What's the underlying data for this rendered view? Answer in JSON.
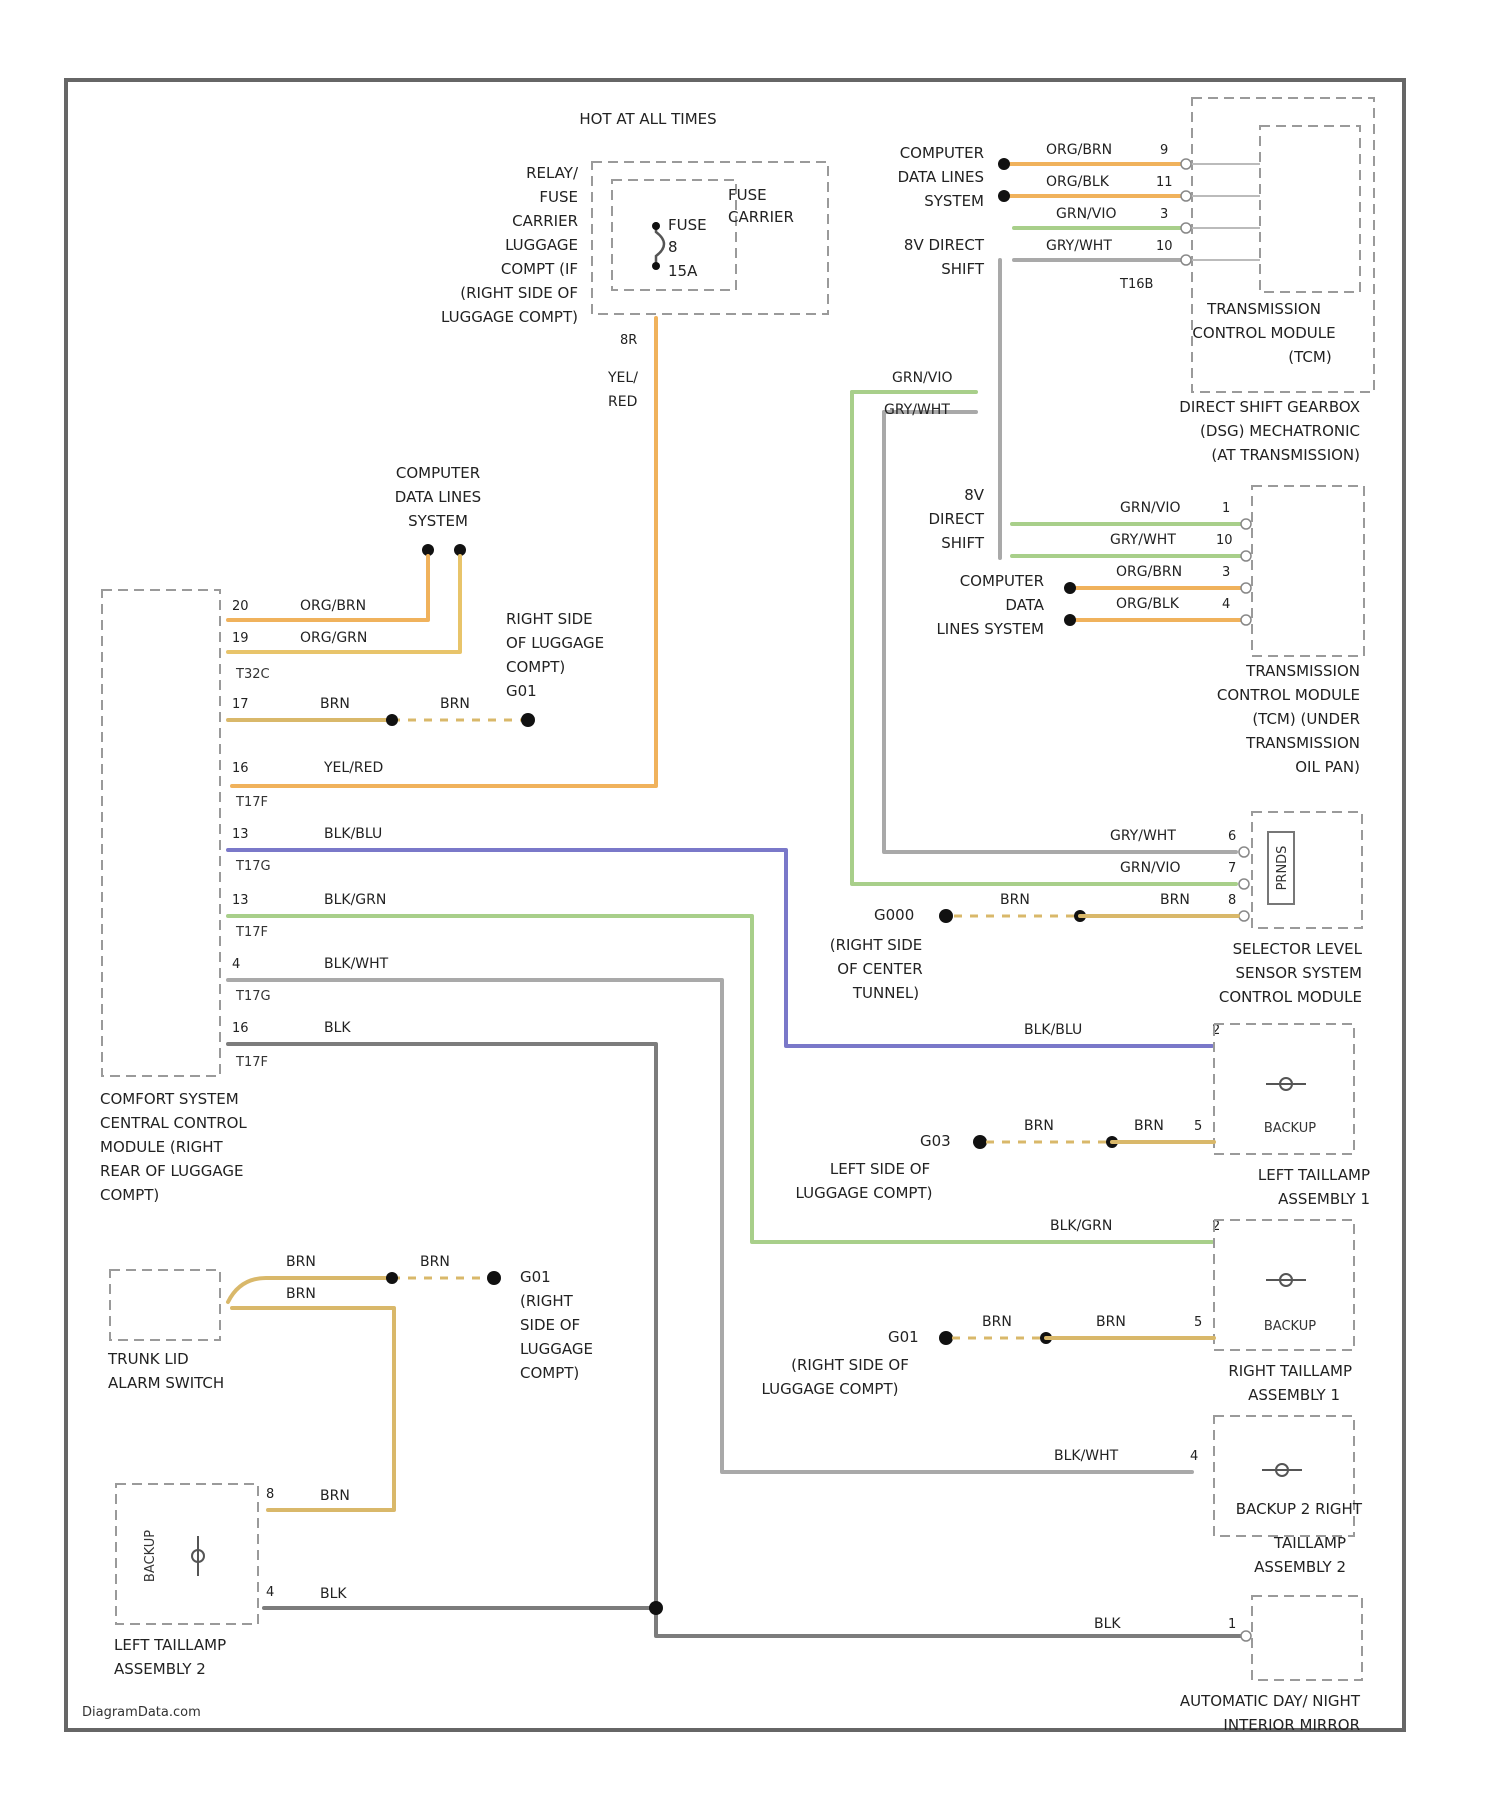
{
  "colors": {
    "orange": "#f0b25c",
    "yellow": "#e8c46a",
    "green": "#a8cf8a",
    "blue": "#7a78c9",
    "gray": "#a9a9a9",
    "black": "#7c7c7c",
    "brown_tan": "#d9b86a"
  },
  "fuse": {
    "hot": "HOT AT ALL TIMES",
    "relay_desc": [
      "RELAY/",
      "FUSE",
      "CARRIER",
      "LUGGAGE",
      "COMPT (IF",
      "(RIGHT SIDE OF",
      "LUGGAGE COMPT)"
    ],
    "carrier": [
      "FUSE",
      "CARRIER"
    ],
    "fuse_name": [
      "FUSE",
      "8",
      "15A"
    ],
    "pin": "8R",
    "wire1": "YEL/",
    "wire2": "RED"
  },
  "tcm_top": {
    "left_labels": [
      "COMPUTER",
      "DATA LINES",
      "SYSTEM"
    ],
    "direct_shift": [
      "8V DIRECT",
      "SHIFT"
    ],
    "wires": [
      "ORG/BRN",
      "ORG/BLK",
      "GRN/VIO",
      "GRY/WHT"
    ],
    "pins": [
      "9",
      "11",
      "3",
      "10"
    ],
    "connector": "T16B",
    "module": [
      "TRANSMISSION",
      "CONTROL MODULE",
      "(TCM)"
    ],
    "caption": [
      "DIRECT SHIFT GEARBOX",
      "(DSG) MECHATRONIC",
      "(AT TRANSMISSION)"
    ],
    "wire_grnvio": "GRN/VIO",
    "wire_grywht": "GRY/WHT"
  },
  "tcm_mid": {
    "direct": [
      "8V",
      "DIRECT",
      "SHIFT"
    ],
    "computer": [
      "COMPUTER",
      "DATA",
      "LINES SYSTEM"
    ],
    "wires": [
      "GRN/VIO",
      "GRY/WHT",
      "ORG/BRN",
      "ORG/BLK"
    ],
    "pins": [
      "1",
      "10",
      "3",
      "4"
    ],
    "module": [
      "TRANSMISSION",
      "CONTROL MODULE",
      "(TCM) (UNDER",
      "TRANSMISSION",
      "OIL PAN)"
    ]
  },
  "comfort": {
    "cdl": [
      "COMPUTER",
      "DATA LINES",
      "SYSTEM"
    ],
    "rows": [
      {
        "pin": "20",
        "wire": "ORG/BRN"
      },
      {
        "pin": "19",
        "wire": "ORG/GRN"
      },
      {
        "pin": "17",
        "wire": "BRN"
      },
      {
        "pin": "16",
        "wire": "YEL/RED"
      },
      {
        "pin": "13",
        "wire": "BLK/BLU"
      },
      {
        "pin": "13",
        "wire": "BLK/GRN"
      },
      {
        "pin": "4",
        "wire": "BLK/WHT"
      },
      {
        "pin": "16",
        "wire": "BLK"
      }
    ],
    "connectors": [
      "T32C",
      "T17F",
      "T17G",
      "T17F",
      "T17G",
      "T17F"
    ],
    "ground_brn": "BRN",
    "ground_label": [
      "RIGHT SIDE",
      "OF LUGGAGE",
      "COMPT)",
      "G01"
    ],
    "module": [
      "COMFORT SYSTEM",
      "CENTRAL CONTROL",
      "MODULE (RIGHT",
      "REAR OF LUGGAGE",
      "COMPT)"
    ]
  },
  "selector": {
    "wires": [
      "GRY/WHT",
      "GRN/VIO",
      "BRN"
    ],
    "pins": [
      "6",
      "7",
      "8"
    ],
    "ground": "G000",
    "ground_brn": "BRN",
    "ground_label": [
      "(RIGHT SIDE",
      "OF CENTER",
      "TUNNEL)"
    ],
    "module_text": "PRNDS",
    "caption": [
      "SELECTOR LEVEL",
      "SENSOR SYSTEM",
      "CONTROL MODULE"
    ]
  },
  "left_taillamp1": {
    "wire": "BLK/BLU",
    "pin": "2",
    "ground": "G03",
    "gnd_pin": "5",
    "brn": "BRN",
    "ground_label": [
      "LEFT SIDE OF",
      "LUGGAGE COMPT)"
    ],
    "bulb": "BACKUP",
    "caption": [
      "LEFT TAILLAMP",
      "ASSEMBLY 1"
    ]
  },
  "right_taillamp1": {
    "wire": "BLK/GRN",
    "pin": "2",
    "ground": "G01",
    "gnd_pin": "5",
    "brn": "BRN",
    "ground_label": [
      "(RIGHT SIDE OF",
      "LUGGAGE COMPT)"
    ],
    "bulb": "BACKUP",
    "caption": [
      "RIGHT TAILLAMP",
      "ASSEMBLY 1"
    ]
  },
  "right_taillamp2": {
    "wire": "BLK/WHT",
    "pin": "4",
    "caption": [
      "BACKUP 2 RIGHT",
      "TAILLAMP",
      "ASSEMBLY 2"
    ]
  },
  "trunk": {
    "brn1": "BRN",
    "brn2": "BRN",
    "brn3": "BRN",
    "ground": "G01",
    "ground_label": [
      "(RIGHT",
      "SIDE OF",
      "LUGGAGE",
      "COMPT)"
    ],
    "caption": [
      "TRUNK LID",
      "ALARM SWITCH"
    ]
  },
  "left_taillamp2": {
    "pin_top": "8",
    "pin_bot": "4",
    "brn": "BRN",
    "blk": "BLK",
    "bulb": "BACKUP",
    "caption": [
      "LEFT TAILLAMP",
      "ASSEMBLY 2"
    ]
  },
  "mirror": {
    "wire": "BLK",
    "pin": "1",
    "caption": [
      "AUTOMATIC DAY/ NIGHT",
      "INTERIOR MIRROR"
    ]
  },
  "watermark": "DiagramData.com"
}
